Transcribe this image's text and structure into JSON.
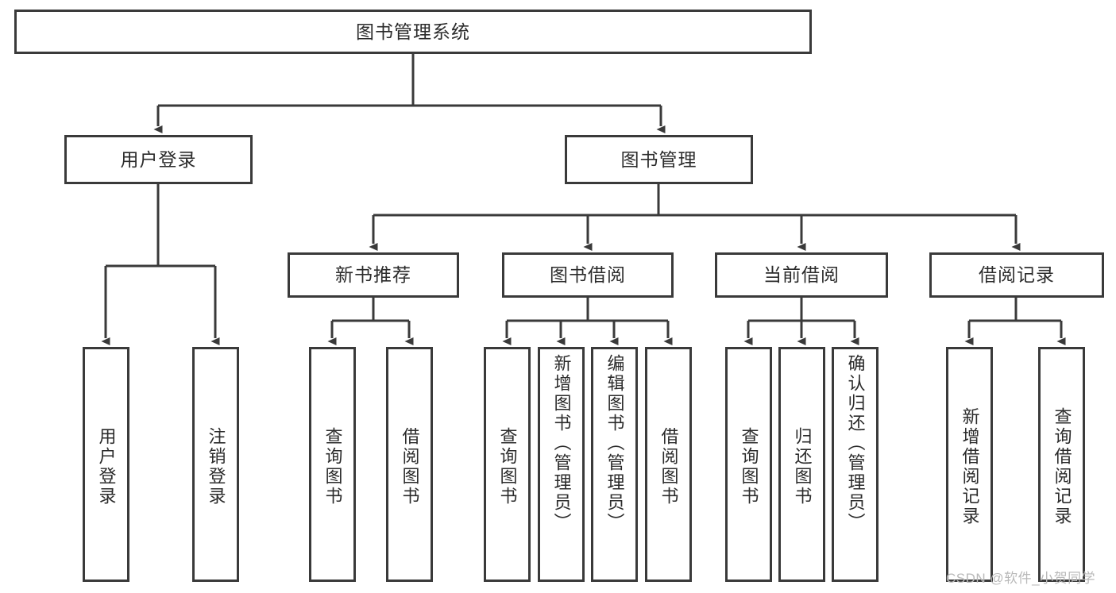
{
  "diagram": {
    "type": "tree-hierarchy-chart",
    "title": "图书管理系统",
    "colors": {
      "box_border": "#3a3a3a",
      "box_fill": "#ffffff",
      "edge": "#3a3a3a",
      "text": "#2b2b2b",
      "watermark": "#b9b9b9",
      "background": "#ffffff"
    },
    "levels": {
      "root": {
        "label": "图书管理系统"
      },
      "level2": [
        {
          "label": "用户登录"
        },
        {
          "label": "图书管理"
        }
      ],
      "level3": [
        {
          "label": "新书推荐"
        },
        {
          "label": "图书借阅"
        },
        {
          "label": "当前借阅"
        },
        {
          "label": "借阅记录"
        }
      ],
      "leaves": [
        {
          "label": "用户登录",
          "parent": "用户登录"
        },
        {
          "label": "注销登录",
          "parent": "用户登录"
        },
        {
          "label": "查询图书",
          "parent": "新书推荐"
        },
        {
          "label": "借阅图书",
          "parent": "新书推荐"
        },
        {
          "label": "查询图书",
          "parent": "图书借阅"
        },
        {
          "label": "新增图书（管理员）",
          "parent": "图书借阅"
        },
        {
          "label": "编辑图书（管理员）",
          "parent": "图书借阅"
        },
        {
          "label": "借阅图书",
          "parent": "图书借阅"
        },
        {
          "label": "查询图书",
          "parent": "当前借阅"
        },
        {
          "label": "归还图书",
          "parent": "当前借阅"
        },
        {
          "label": "确认归还（管理员）",
          "parent": "当前借阅"
        },
        {
          "label": "新增借阅记录",
          "parent": "借阅记录"
        },
        {
          "label": "查询借阅记录",
          "parent": "借阅记录"
        }
      ]
    }
  },
  "watermark": {
    "text": "CSDN @软件_小贺同学"
  }
}
